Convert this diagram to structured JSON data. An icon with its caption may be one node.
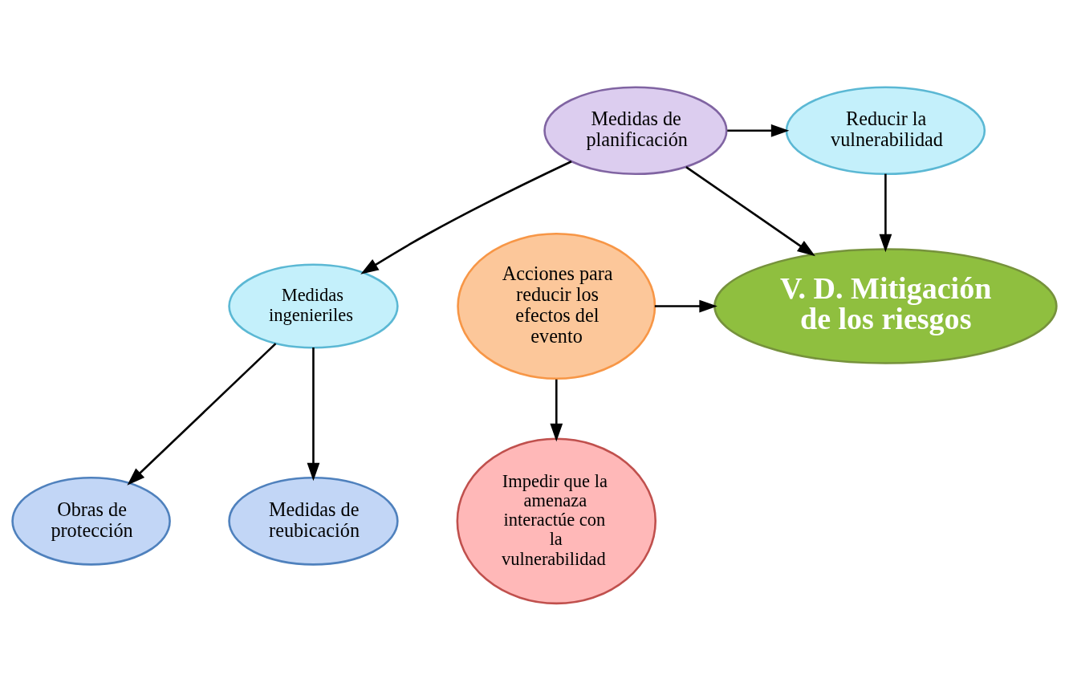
{
  "diagram": {
    "nodes": [
      {
        "text": [
          "Reducir la vulnerabilidad"
        ]
      },
      {
        "text": [
          "Acciones para reducir los efectos del evento"
        ]
      },
      {
        "text": [
          "V. D. Mitigación de los riesgos"
        ]
      },
      {
        "text": [
          "Medidas de planificación"
        ]
      },
      {
        "text": [
          "Medidas ingenieriles"
        ]
      },
      {
        "text": [
          "Impedir que la amenaza interactúe con la vulnerabilidad"
        ]
      },
      {
        "text": [
          "Obras de protección"
        ]
      },
      {
        "text": [
          "Medidas de reubicación"
        ]
      }
    ],
    "edges": [
      {
        "from": 0,
        "to": 2,
        "arrow": "to"
      },
      {
        "from": 3,
        "to": 0,
        "arrow": "to"
      },
      {
        "from": 3,
        "to": 2,
        "arrow": "to"
      },
      {
        "from": 1,
        "to": 2,
        "arrow": "to"
      },
      {
        "from": 3,
        "to": 4,
        "arrow": "to"
      },
      {
        "from": 1,
        "to": 5,
        "arrow": "to"
      },
      {
        "from": 4,
        "to": 6,
        "arrow": "to"
      },
      {
        "from": 4,
        "to": 7,
        "arrow": "to"
      }
    ]
  }
}
